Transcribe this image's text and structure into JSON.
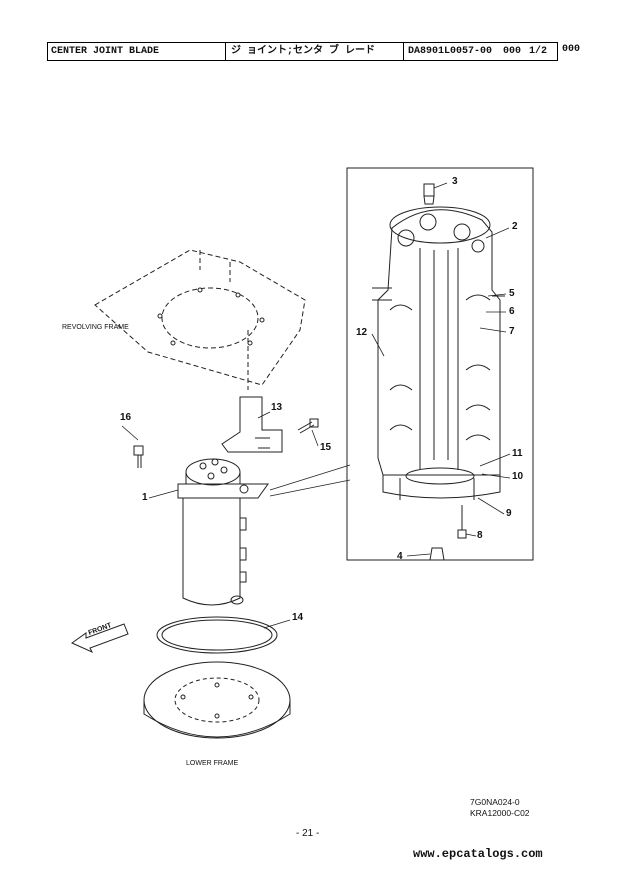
{
  "header": {
    "title": "CENTER JOINT BLADE",
    "title_kana": "ジ ョイント;センタ ブ レード ",
    "part_code": "DA8901L0057-00",
    "seq": "000",
    "page": "1/2",
    "rev": "000"
  },
  "labels": {
    "revolving_frame": "REVOLVING FRAME",
    "lower_frame": "LOWER FRAME",
    "front": "FRONT"
  },
  "callouts": [
    "1",
    "2",
    "3",
    "4",
    "5",
    "6",
    "7",
    "8",
    "9",
    "10",
    "11",
    "12",
    "13",
    "14",
    "15",
    "16"
  ],
  "refs": {
    "fig": "7G0NA024-0",
    "doc": "KRA12000-C02"
  },
  "footer": {
    "page_number": "- 21 -",
    "watermark": "www.epcatalogs.com"
  }
}
